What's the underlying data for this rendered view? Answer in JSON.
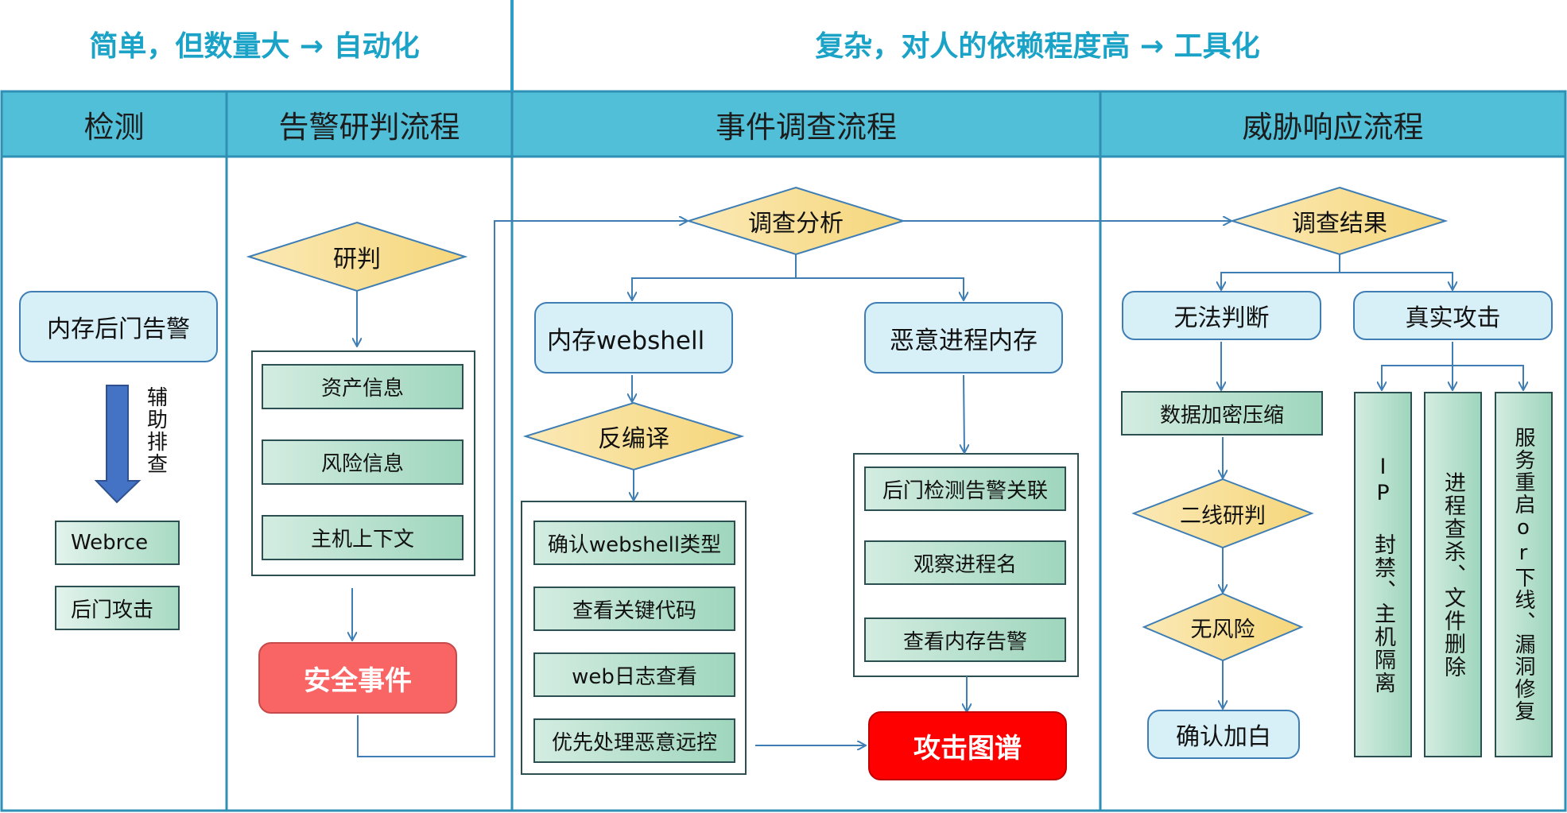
{
  "header": {
    "left": "简单，但数量大 → 自动化",
    "right": "复杂，对人的依赖程度高 → 工具化"
  },
  "lanes": [
    "检测",
    "告警研判流程",
    "事件调查流程",
    "威胁响应流程"
  ],
  "detect": {
    "alert": "内存后门告警",
    "arrow_label": "辅助排查",
    "items": [
      "Webrce",
      "后门攻击"
    ]
  },
  "triage": {
    "decision": "研判",
    "items": [
      "资产信息",
      "风险信息",
      "主机上下文"
    ],
    "result": "安全事件"
  },
  "investigate": {
    "decision": "调查分析",
    "webshell": {
      "title": "内存webshell",
      "decision": "反编译",
      "items": [
        "确认webshell类型",
        "查看关键代码",
        "web日志查看",
        "优先处理恶意远控"
      ]
    },
    "process": {
      "title": "恶意进程内存",
      "items": [
        "后门检测告警关联",
        "观察进程名",
        "查看内存告警"
      ]
    },
    "result": "攻击图谱"
  },
  "response": {
    "decision": "调查结果",
    "unknown": {
      "title": "无法判断",
      "step": "数据加密压缩",
      "decision1": "二线研判",
      "decision2": "无风险",
      "result": "确认加白"
    },
    "real": {
      "title": "真实攻击",
      "actions": [
        "IP 封禁、主机隔离",
        "进程查杀、文件删除",
        "服务重启or下线、漏洞修复"
      ]
    }
  },
  "colors": {
    "banner_text": "#1aa3c7",
    "lane_header": "#52bfd8",
    "decision_fill": "#fbe3a0",
    "rounded_fill": "#d7f0f8",
    "green_fill": "#9fd6bd",
    "security_event": "#f96565",
    "attack_graph": "#ff0000",
    "connector": "#3f7eb5"
  }
}
